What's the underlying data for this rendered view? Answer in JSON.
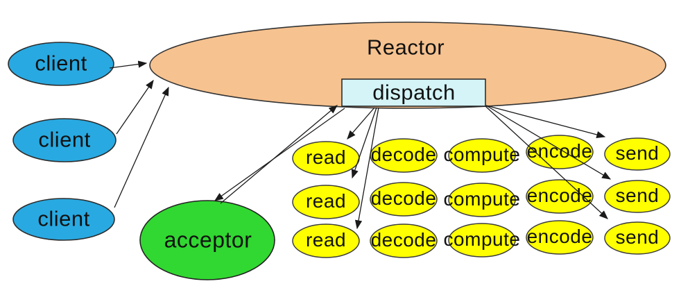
{
  "diagram": {
    "reactor": {
      "label": "Reactor"
    },
    "dispatch": {
      "label": "dispatch"
    },
    "clients": [
      {
        "label": "client"
      },
      {
        "label": "client"
      },
      {
        "label": "client"
      }
    ],
    "acceptor": {
      "label": "acceptor"
    },
    "pipeline": {
      "stages": [
        "read",
        "decode",
        "compute",
        "encode",
        "send"
      ],
      "rows": 3
    },
    "colors": {
      "background": "#FFFFFF",
      "reactor_fill": "#F6C28F",
      "client_fill": "#29A9E1",
      "acceptor_fill": "#31D831",
      "stage_fill": "#FFFF00",
      "dispatch_fill": "#D4F4F7",
      "outline": "#333333",
      "arrow": "#1A1A1A",
      "text": "#111111"
    }
  }
}
